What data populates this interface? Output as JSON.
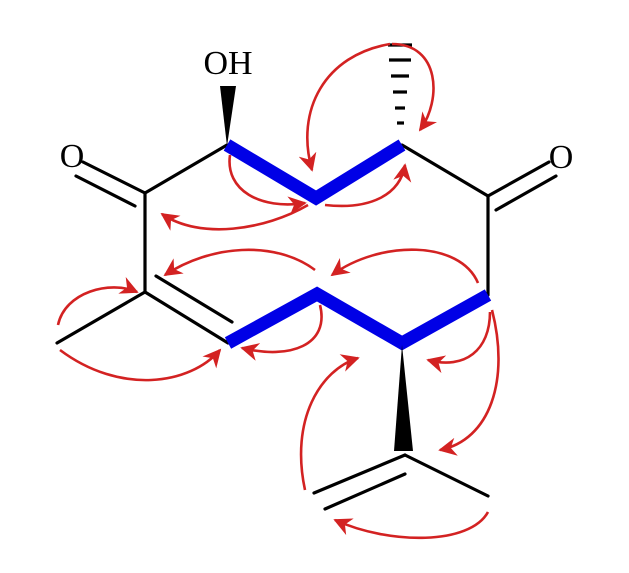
{
  "labels": {
    "oh": "OH",
    "o_left": "O",
    "o_right": "O"
  },
  "colors": {
    "bond": "#000000",
    "highlight": "#0000e6",
    "arrow": "#d32222",
    "background": "#ffffff"
  }
}
